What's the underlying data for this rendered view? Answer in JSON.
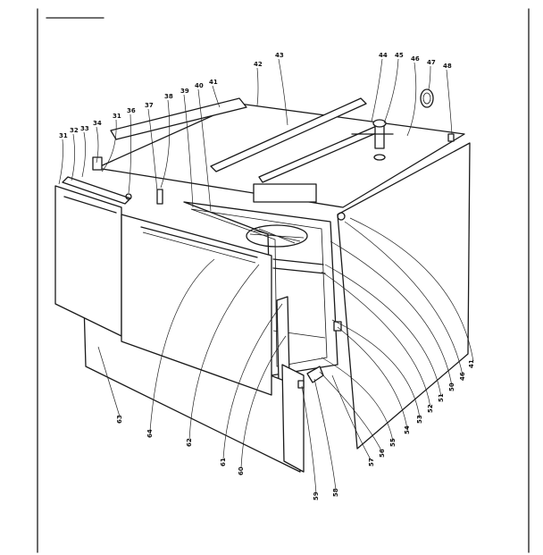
{
  "callouts": [
    {
      "id": "31a",
      "text": "31"
    },
    {
      "id": "32",
      "text": "32"
    },
    {
      "id": "33",
      "text": "33"
    },
    {
      "id": "34",
      "text": "34"
    },
    {
      "id": "31b",
      "text": "31"
    },
    {
      "id": "36",
      "text": "36"
    },
    {
      "id": "37",
      "text": "37"
    },
    {
      "id": "38",
      "text": "38"
    },
    {
      "id": "39",
      "text": "39"
    },
    {
      "id": "40",
      "text": "40"
    },
    {
      "id": "41a",
      "text": "41"
    },
    {
      "id": "42",
      "text": "42"
    },
    {
      "id": "43",
      "text": "43"
    },
    {
      "id": "44",
      "text": "44"
    },
    {
      "id": "45",
      "text": "45"
    },
    {
      "id": "46",
      "text": "46"
    },
    {
      "id": "47",
      "text": "47"
    },
    {
      "id": "48",
      "text": "48"
    },
    {
      "id": "41b",
      "text": "41"
    },
    {
      "id": "46b",
      "text": "46"
    },
    {
      "id": "50",
      "text": "50"
    },
    {
      "id": "51",
      "text": "51"
    },
    {
      "id": "52",
      "text": "52"
    },
    {
      "id": "53",
      "text": "53"
    },
    {
      "id": "54",
      "text": "54"
    },
    {
      "id": "55",
      "text": "55"
    },
    {
      "id": "56",
      "text": "56"
    },
    {
      "id": "57",
      "text": "57"
    },
    {
      "id": "58",
      "text": "58"
    },
    {
      "id": "59",
      "text": "59"
    },
    {
      "id": "60",
      "text": "60"
    },
    {
      "id": "61",
      "text": "61"
    },
    {
      "id": "62",
      "text": "62"
    },
    {
      "id": "64",
      "text": "64"
    },
    {
      "id": "63",
      "text": "63"
    }
  ]
}
